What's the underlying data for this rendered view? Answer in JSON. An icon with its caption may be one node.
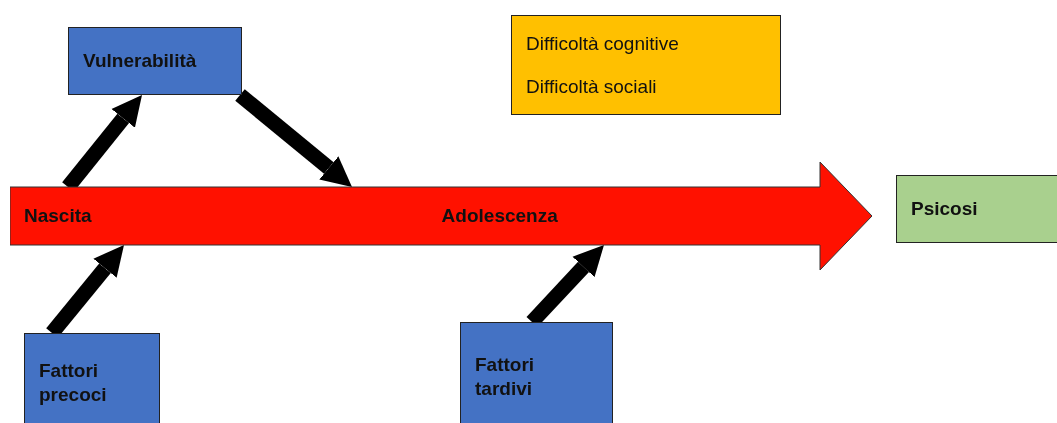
{
  "diagram": {
    "nodes": [
      {
        "text": [
          "Vulnerabilità"
        ]
      },
      {
        "text": [
          "Difficoltà cognitive",
          "Difficoltà sociali"
        ]
      },
      {
        "text": [
          "Nascita",
          "Adolescenza"
        ]
      },
      {
        "text": [
          "Psicosi"
        ]
      },
      {
        "text": [
          "Fattori precoci"
        ]
      },
      {
        "text": [
          "Fattori tardivi"
        ]
      }
    ],
    "edges": [
      {
        "from": 2,
        "to": 0,
        "arrow": "to"
      },
      {
        "from": 0,
        "to": 2,
        "arrow": "to"
      },
      {
        "from": 4,
        "to": 2,
        "arrow": "to"
      },
      {
        "from": 5,
        "to": 2,
        "arrow": "to"
      }
    ]
  }
}
